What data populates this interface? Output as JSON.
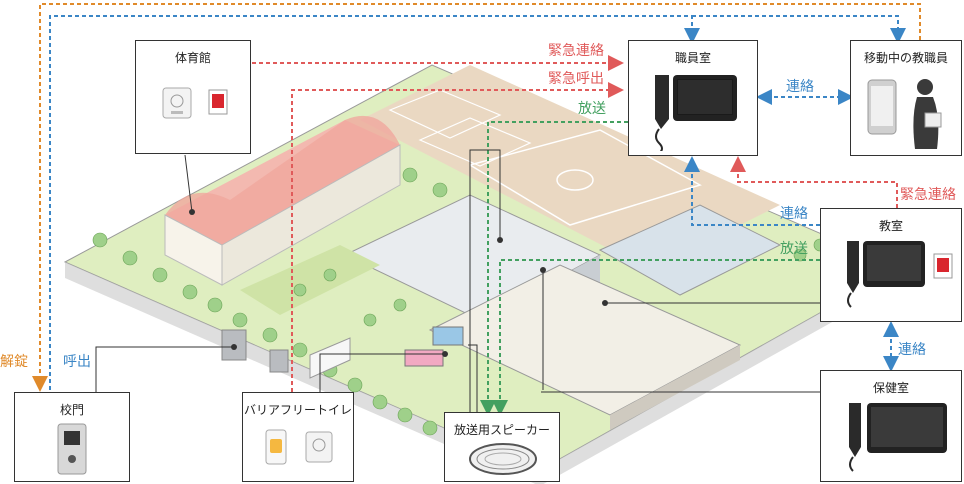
{
  "colors": {
    "emergency": "#e05a5a",
    "contact": "#3b86c6",
    "broadcast": "#43a060",
    "unlock": "#e08a2a"
  },
  "boxes": {
    "gym": "体育館",
    "staff_room": "職員室",
    "mobile_staff": "移動中の教職員",
    "classroom": "教室",
    "infirmary": "保健室",
    "school_gate": "校門",
    "accessible_toilet": "バリアフリートイレ",
    "broadcast_speaker": "放送用スピーカー"
  },
  "flows": {
    "emergency_contact_top": "緊急連絡",
    "emergency_call": "緊急呼出",
    "broadcast_top": "放送",
    "contact_mobile": "連絡",
    "emergency_contact_right": "緊急連絡",
    "contact_classroom": "連絡",
    "broadcast_classroom": "放送",
    "contact_infirmary": "連絡",
    "unlock": "解錠",
    "call": "呼出"
  },
  "icons": {
    "gym_devices": [
      "speaker-panel-icon",
      "emergency-button-icon"
    ],
    "staff_room_device": "desk-intercom-monitor-icon",
    "mobile_devices": [
      "smartphone-icon",
      "teacher-silhouette-icon"
    ],
    "classroom_devices": [
      "desk-intercom-monitor-icon",
      "emergency-button-icon"
    ],
    "infirmary_device": "desk-intercom-monitor-icon",
    "gate_device": "door-station-icon",
    "toilet_devices": [
      "call-button-icon",
      "speaker-panel-icon"
    ],
    "speaker_device": "ceiling-speaker-icon"
  }
}
